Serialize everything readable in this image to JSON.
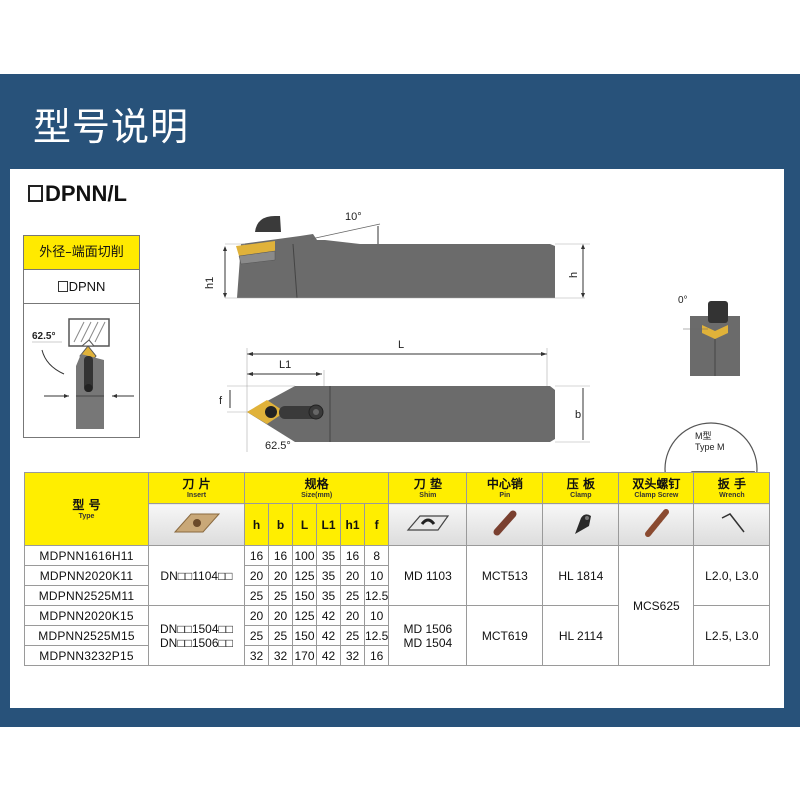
{
  "header": {
    "title": "型号说明"
  },
  "model": {
    "title": "DPNN/L"
  },
  "card": {
    "operation": "外径–端面切削",
    "code": "DPNN",
    "angle": "62.5°"
  },
  "diagrams": {
    "side_view": {
      "angle": "10°",
      "label_h1": "h1",
      "label_h": "h"
    },
    "top_view": {
      "label_L": "L",
      "label_L1": "L1",
      "label_f": "f",
      "label_b": "b",
      "angle": "62.5°"
    },
    "end_view": {
      "angle": "0°"
    },
    "detail": {
      "label_cn": "M型",
      "label_en": "Type M"
    }
  },
  "table": {
    "headers": {
      "type": {
        "cn": "型 号",
        "en": "Type"
      },
      "insert": {
        "cn": "刀 片",
        "en": "Insert"
      },
      "size": {
        "cn": "规格",
        "en": "Size(mm)"
      },
      "shim": {
        "cn": "刀 垫",
        "en": "Shim"
      },
      "pin": {
        "cn": "中心销",
        "en": "Pin"
      },
      "clamp": {
        "cn": "压 板",
        "en": "Clamp"
      },
      "clamp_screw": {
        "cn": "双头螺钉",
        "en": "Clamp Screw"
      },
      "wrench": {
        "cn": "扳 手",
        "en": "Wrench"
      }
    },
    "size_columns": [
      "h",
      "b",
      "L",
      "L1",
      "h1",
      "f"
    ],
    "rows": [
      {
        "type": "MDPNN1616H11",
        "dims": [
          "16",
          "16",
          "100",
          "35",
          "16",
          "8"
        ]
      },
      {
        "type": "MDPNN2020K11",
        "dims": [
          "20",
          "20",
          "125",
          "35",
          "20",
          "10"
        ]
      },
      {
        "type": "MDPNN2525M11",
        "dims": [
          "25",
          "25",
          "150",
          "35",
          "25",
          "12.5"
        ]
      },
      {
        "type": "MDPNN2020K15",
        "dims": [
          "20",
          "20",
          "125",
          "42",
          "20",
          "10"
        ]
      },
      {
        "type": "MDPNN2525M15",
        "dims": [
          "25",
          "25",
          "150",
          "42",
          "25",
          "12.5"
        ]
      },
      {
        "type": "MDPNN3232P15",
        "dims": [
          "32",
          "32",
          "170",
          "42",
          "32",
          "16"
        ]
      }
    ],
    "groups": [
      {
        "insert": [
          "DN□□1104□□"
        ],
        "shim": [
          "MD 1103"
        ],
        "pin": "MCT513",
        "clamp": "HL 1814",
        "wrench": "L2.0, L3.0"
      },
      {
        "insert": [
          "DN□□1504□□",
          "DN□□1506□□"
        ],
        "shim": [
          "MD 1506",
          "MD 1504"
        ],
        "pin": "MCT619",
        "clamp": "HL 2114",
        "wrench": "L2.5, L3.0"
      }
    ],
    "clamp_screw": "MCS625"
  },
  "colors": {
    "frame": "#28527a",
    "header_yellow": "#ffee00",
    "tool_body": "#6b6b6b",
    "insert_gold": "#e0b23a"
  }
}
